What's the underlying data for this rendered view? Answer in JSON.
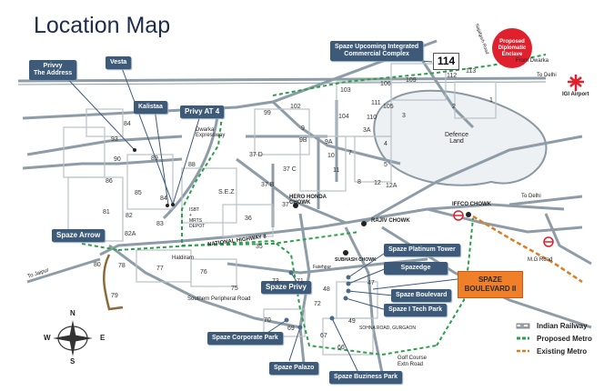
{
  "title": "Location Map",
  "labels": {
    "highlight": "SPAZE\nBOULEVARD II",
    "project_tags": {
      "privvy_address": "Privvy\nThe Address",
      "vesta": "Vesta",
      "kalistaa": "Kalistaa",
      "privy_at4": "Privy AT 4",
      "spaze_arrow": "Spaze Arrow",
      "spaze_upcoming": "Spaze Upcoming Integrated\nCommercial Complex",
      "platinum_tower": "Spaze Platinum Tower",
      "spazedge": "Spazedge",
      "boulevard": "Spaze Boulevard",
      "itech_park": "Spaze I Tech Park",
      "privy": "Spaze Privy",
      "corporate_park": "Spaze Corporate Park",
      "palazo": "Spaze Palazo",
      "buziness_park": "Spaze Buziness Park"
    },
    "places": {
      "dwarka_expressway": "Dwarka\nExpressway",
      "sez": "S.E.Z",
      "isbt": "ISBT\n+\nMRTS\nDEPOT",
      "national_highway": "NATIONAL HIGHWAY 8",
      "hero_honda": "HERO HONDA\nCHOWK",
      "rajiv_chowk": "RAJIV CHOWK",
      "iffco_chowk": "IFFCO CHOWK",
      "subhash_chowk": "SUBHASH CHOWK",
      "haldiram": "Haldiram",
      "southern_peripheral": "Southern Peripheral Road",
      "fatehpur": "Fatehpur",
      "sohna_road": "SOHNA ROAD, GURGAON",
      "golf_course": "Golf Course\nExtn Road",
      "mg_road": "M.G Road",
      "to_delhi_top": "To Delhi",
      "to_delhi_right": "To Delhi",
      "from_dwarka": "From Dwarka",
      "to_jaipur": "To Jaipur",
      "defence_land": "Defence\nLand",
      "igi_airport": "IGI Airport",
      "diplomatic": "Proposed\nDiplomatic\nEnclave",
      "sector_114": "114",
      "najafgarh_road": "Najafgarh Road"
    },
    "sectors": [
      "84",
      "93",
      "90",
      "89",
      "86",
      "85",
      "84",
      "88",
      "81",
      "82",
      "83",
      "82A",
      "80",
      "78",
      "77",
      "76",
      "79",
      "75",
      "37",
      "36",
      "35",
      "37 D",
      "37 C",
      "37 B",
      "99",
      "102",
      "103",
      "106",
      "109",
      "112",
      "113",
      "104",
      "105",
      "3",
      "1",
      "2",
      "3A",
      "9",
      "9B",
      "9A",
      "4",
      "5",
      "7",
      "8",
      "12",
      "12A",
      "10",
      "11",
      "110",
      "111",
      "72",
      "71",
      "73",
      "48",
      "47",
      "49",
      "70",
      "69",
      "66",
      "67"
    ],
    "compass": {
      "n": "N",
      "s": "S",
      "e": "E",
      "w": "W"
    }
  },
  "legend": [
    {
      "label": "Indian Railway",
      "style": "railway"
    },
    {
      "label": "Proposed Metro",
      "style": "proposed",
      "color": "#2aa04a"
    },
    {
      "label": "Existing Metro",
      "style": "existing",
      "color": "#e07a20"
    }
  ],
  "colors": {
    "highlight": "#f07f2a",
    "tag": "#3d5a78",
    "road": "#7d8f9a",
    "metro_proposed": "#2aa04a",
    "metro_existing": "#e07a20",
    "airport": "#e0202c"
  }
}
